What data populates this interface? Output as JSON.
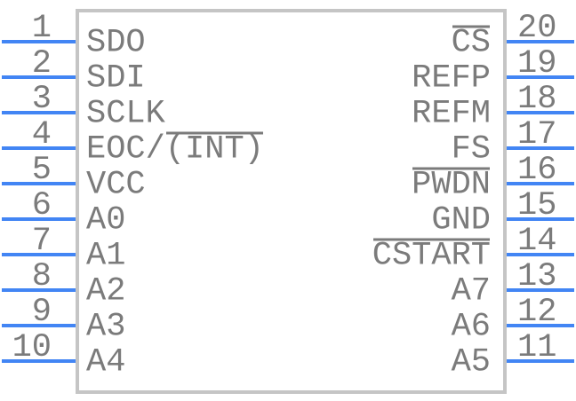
{
  "pins": {
    "left": [
      {
        "number": "1",
        "label_pre": "SDO",
        "label_ov": ""
      },
      {
        "number": "2",
        "label_pre": "SDI",
        "label_ov": ""
      },
      {
        "number": "3",
        "label_pre": "SCLK",
        "label_ov": ""
      },
      {
        "number": "4",
        "label_pre": "EOC/",
        "label_ov": "(INT)"
      },
      {
        "number": "5",
        "label_pre": "VCC",
        "label_ov": ""
      },
      {
        "number": "6",
        "label_pre": "A0",
        "label_ov": ""
      },
      {
        "number": "7",
        "label_pre": "A1",
        "label_ov": ""
      },
      {
        "number": "8",
        "label_pre": "A2",
        "label_ov": ""
      },
      {
        "number": "9",
        "label_pre": "A3",
        "label_ov": ""
      },
      {
        "number": "10",
        "label_pre": "A4",
        "label_ov": ""
      }
    ],
    "right": [
      {
        "number": "20",
        "label_pre": "",
        "label_ov": "CS"
      },
      {
        "number": "19",
        "label_pre": "REFP",
        "label_ov": ""
      },
      {
        "number": "18",
        "label_pre": "REFM",
        "label_ov": ""
      },
      {
        "number": "17",
        "label_pre": "FS",
        "label_ov": ""
      },
      {
        "number": "16",
        "label_pre": "",
        "label_ov": "PWDN"
      },
      {
        "number": "15",
        "label_pre": "GND",
        "label_ov": ""
      },
      {
        "number": "14",
        "label_pre": "",
        "label_ov": "CSTART"
      },
      {
        "number": "13",
        "label_pre": "A7",
        "label_ov": ""
      },
      {
        "number": "12",
        "label_pre": "A6",
        "label_ov": ""
      },
      {
        "number": "11",
        "label_pre": "A5",
        "label_ov": ""
      }
    ]
  },
  "colors": {
    "pin_line": "#4285f4",
    "body_border": "#c5c5c5",
    "text": "#7b7b7b",
    "background": "#ffffff"
  }
}
